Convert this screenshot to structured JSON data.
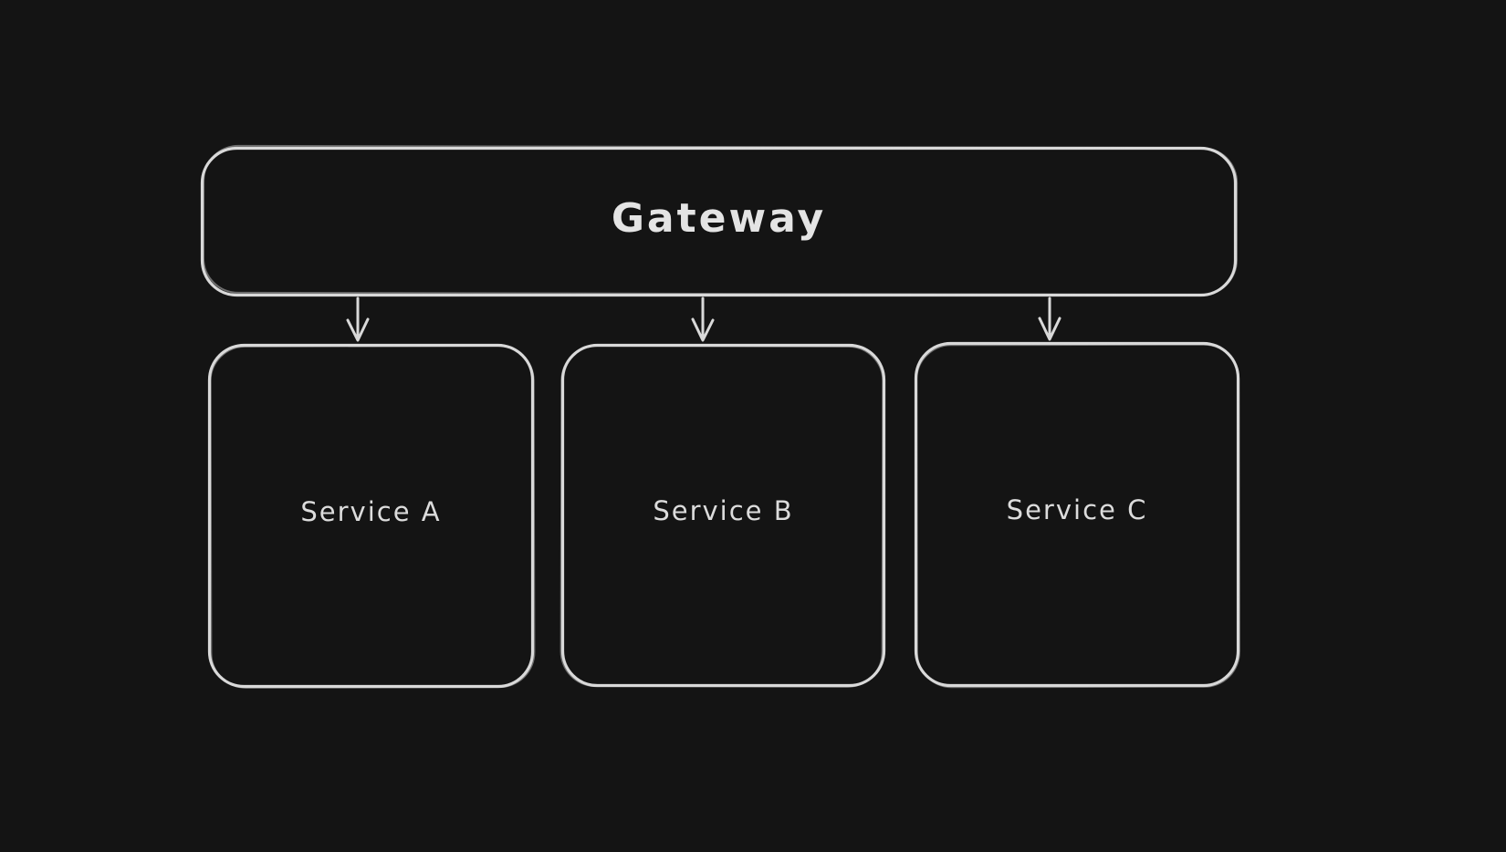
{
  "style": {
    "background_color": "#141414",
    "stroke_color": "#d9d9d9",
    "text_color": "#e0e0e0"
  },
  "diagram": {
    "type": "architecture-flow",
    "nodes": [
      {
        "id": "gateway",
        "label": "Gateway"
      },
      {
        "id": "service-a",
        "label": "Service A"
      },
      {
        "id": "service-b",
        "label": "Service B"
      },
      {
        "id": "service-c",
        "label": "Service C"
      }
    ],
    "edges": [
      {
        "from": "Gateway",
        "to": "Service A",
        "style": "arrow-down"
      },
      {
        "from": "Gateway",
        "to": "Service B",
        "style": "arrow-down"
      },
      {
        "from": "Gateway",
        "to": "Service C",
        "style": "arrow-down"
      }
    ]
  }
}
